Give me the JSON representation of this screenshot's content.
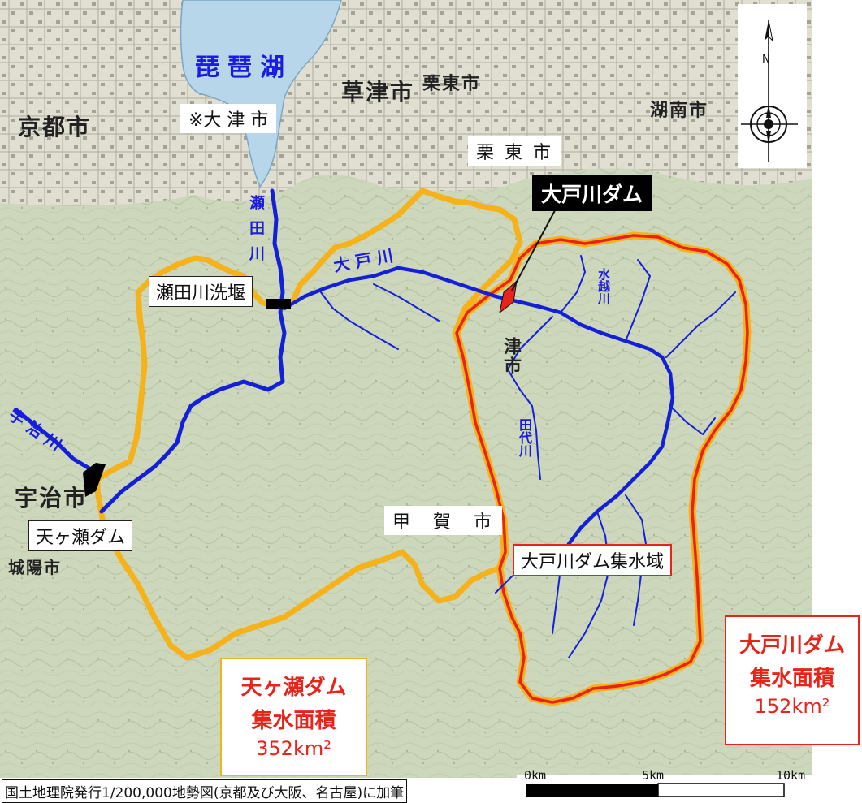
{
  "map": {
    "lake": "琵琶湖",
    "cities": {
      "kyoto": "京都市",
      "otsu": "※大 津 市",
      "kusatsu": "草津市",
      "ritto_top": "栗東市",
      "konan": "湖南市",
      "ritto": "栗 東 市",
      "koka": "甲　賀　市",
      "uji": "宇治市",
      "joyo": "城陽市",
      "otsu_vertical": "津市"
    },
    "rivers": {
      "seta": "瀬田川",
      "daido": "大 戸 川",
      "mizukoshi": "水越川",
      "tashiro": "田代川",
      "uji": "宇 治 川"
    },
    "facilities": {
      "daido_dam": "大戸川ダム",
      "seta_weir": "瀬田川洗堰",
      "amagase_dam": "天ヶ瀬ダム",
      "daido_basin": "大戸川ダム集水域"
    },
    "stats": {
      "amagase": {
        "line1": "天ヶ瀬ダム",
        "line2": "集水面積",
        "value": "352km²"
      },
      "daido": {
        "line1": "大戸川ダム",
        "line2": "集水面積",
        "value": "152km²"
      }
    },
    "compass": {
      "north": "N"
    },
    "scale_bar": {
      "zero": "0km",
      "mid": "5km",
      "max": "10km"
    },
    "source": "国土地理院発行1/200,000地勢図(京都及び大阪、名古屋)に加筆",
    "colors": {
      "amagase_boundary": "#f5b21a",
      "daido_boundary": "#e8231a",
      "river": "#1420d8",
      "daido_dam_marker": "#e8231a",
      "seta_weir_marker": "#000000",
      "amagase_dam_marker": "#000000",
      "terrain": "#cfd8c0",
      "lake": "#b9d7ea"
    }
  }
}
